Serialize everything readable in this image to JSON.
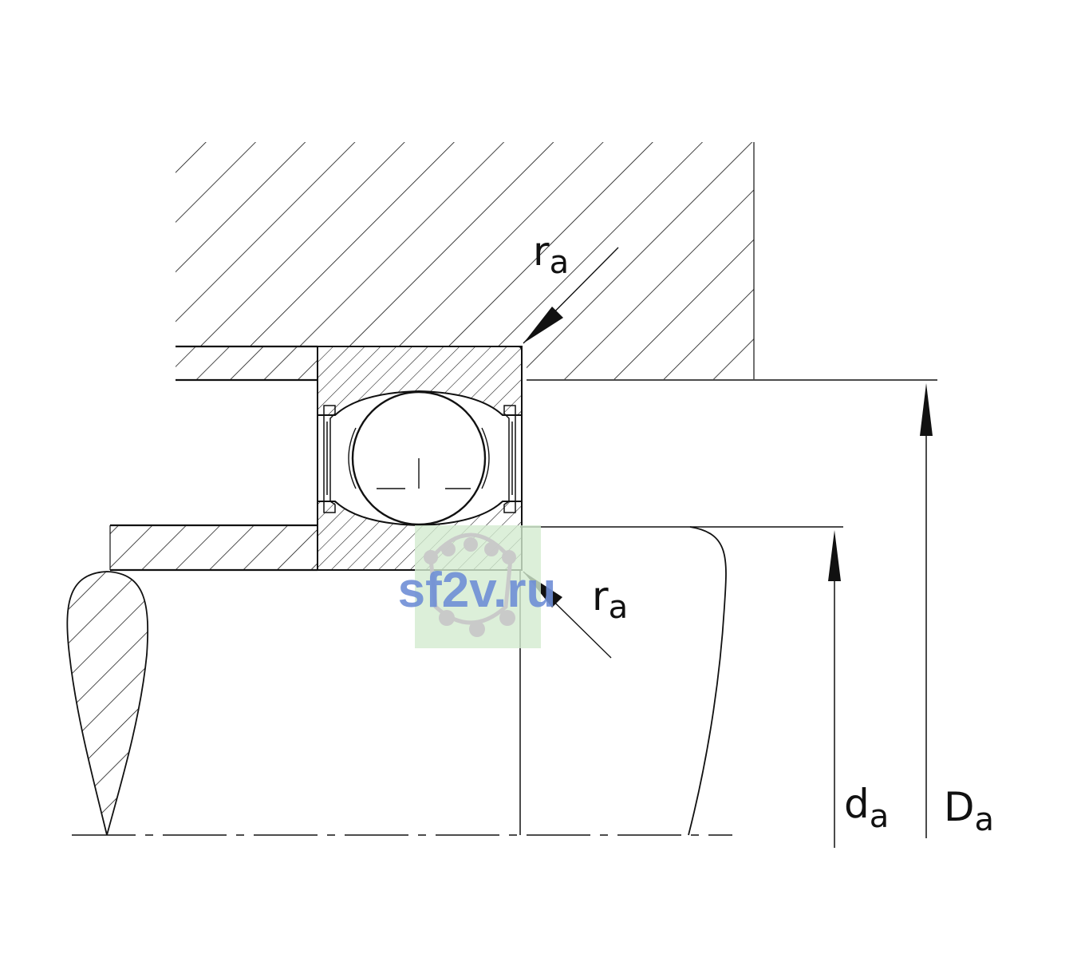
{
  "labels": {
    "ra_top": {
      "main": "r",
      "sub": "a"
    },
    "ra_bottom": {
      "main": "r",
      "sub": "a"
    },
    "da": {
      "main": "d",
      "sub": "a"
    },
    "Da": {
      "main": "D",
      "sub": "a"
    }
  },
  "watermark": {
    "text": "sf2v.ru"
  },
  "colors": {
    "line": "#111111",
    "watermark_text": "#6f8fd6",
    "watermark_bg": "#d3ebd0",
    "watermark_balls": "#c9c9c9"
  }
}
